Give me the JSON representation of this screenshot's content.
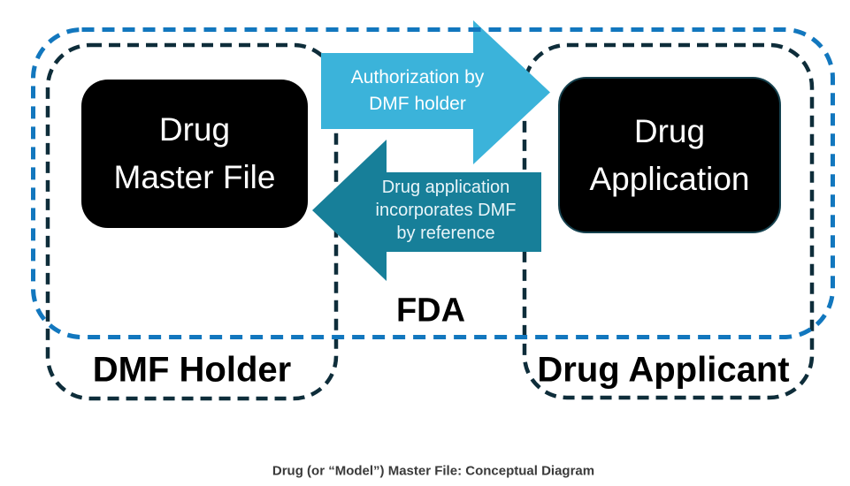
{
  "colors": {
    "fda_boundary": "#1277BE",
    "zone_border": "#0E2D3A",
    "authorization_arrow": "#3BB3DA",
    "incorporation_arrow": "#177F99",
    "node_fill": "#000000",
    "node_text": "#FFFFFF"
  },
  "nodes": {
    "drug_master_file": "Drug\nMaster File",
    "drug_application": "Drug\nApplication"
  },
  "arrows": {
    "authorization": "Authorization by\nDMF holder",
    "incorporation": "Drug application\nincorporates DMF\nby reference"
  },
  "zones": {
    "fda": "FDA",
    "dmf_holder": "DMF Holder",
    "drug_applicant": "Drug Applicant"
  },
  "caption": "Drug (or “Model”) Master File: Conceptual Diagram"
}
